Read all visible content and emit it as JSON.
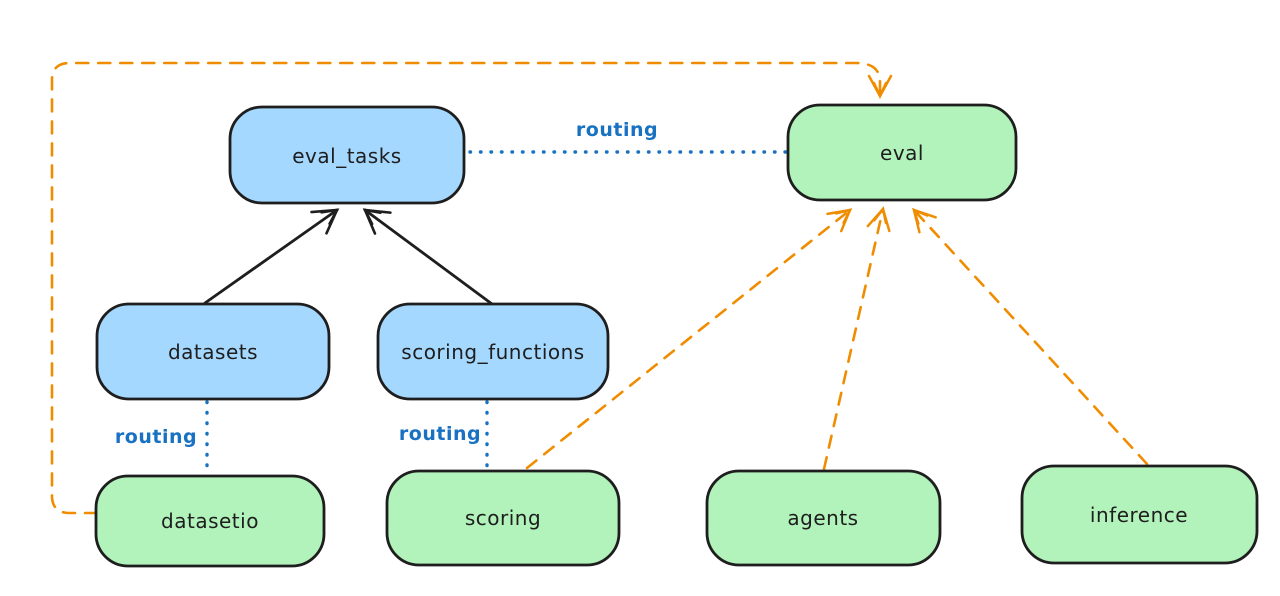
{
  "diagram_type": "architecture-flow",
  "colors": {
    "background": "#ffffff",
    "node_blue": "#a5d8ff",
    "node_green": "#b2f2bb",
    "node_stroke": "#1e1e1e",
    "routing_blue": "#1971c2",
    "arrow_black": "#1e1e1e",
    "arrow_orange": "#f08c00"
  },
  "nodes": [
    {
      "id": "eval_tasks",
      "label": "eval_tasks",
      "color": "blue"
    },
    {
      "id": "eval",
      "label": "eval",
      "color": "green"
    },
    {
      "id": "datasets",
      "label": "datasets",
      "color": "blue"
    },
    {
      "id": "scoring_functions",
      "label": "scoring_functions",
      "color": "blue"
    },
    {
      "id": "datasetio",
      "label": "datasetio",
      "color": "green"
    },
    {
      "id": "scoring",
      "label": "scoring",
      "color": "green"
    },
    {
      "id": "agents",
      "label": "agents",
      "color": "green"
    },
    {
      "id": "inference",
      "label": "inference",
      "color": "green"
    }
  ],
  "edges": [
    {
      "from": "datasets",
      "to": "eval_tasks",
      "style": "solid-black-arrow"
    },
    {
      "from": "scoring_functions",
      "to": "eval_tasks",
      "style": "solid-black-arrow"
    },
    {
      "from": "eval_tasks",
      "to": "eval",
      "style": "dotted-blue",
      "label": "routing"
    },
    {
      "from": "datasets",
      "to": "datasetio",
      "style": "dotted-blue",
      "label": "routing"
    },
    {
      "from": "scoring_functions",
      "to": "scoring",
      "style": "dotted-blue",
      "label": "routing"
    },
    {
      "from": "datasetio",
      "to": "eval",
      "style": "dashed-orange-arrow"
    },
    {
      "from": "scoring",
      "to": "eval",
      "style": "dashed-orange-arrow"
    },
    {
      "from": "agents",
      "to": "eval",
      "style": "dashed-orange-arrow"
    },
    {
      "from": "inference",
      "to": "eval",
      "style": "dashed-orange-arrow"
    }
  ]
}
